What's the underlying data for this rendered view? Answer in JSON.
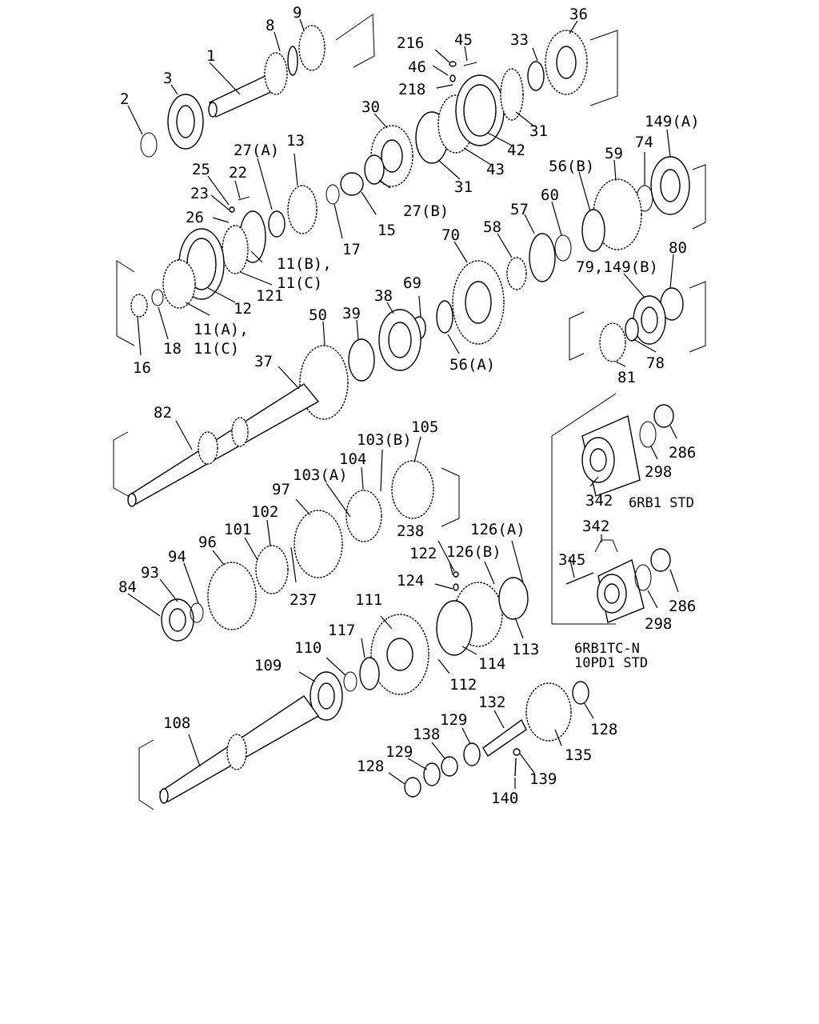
{
  "labels": [
    {
      "id": "l1",
      "t": "1"
    },
    {
      "id": "l2",
      "t": "2"
    },
    {
      "id": "l3",
      "t": "3"
    },
    {
      "id": "l8",
      "t": "8"
    },
    {
      "id": "l9",
      "t": "9"
    },
    {
      "id": "l216",
      "t": "216"
    },
    {
      "id": "l45",
      "t": "45"
    },
    {
      "id": "l46",
      "t": "46"
    },
    {
      "id": "l218",
      "t": "218"
    },
    {
      "id": "l33",
      "t": "33"
    },
    {
      "id": "l36",
      "t": "36"
    },
    {
      "id": "l30",
      "t": "30"
    },
    {
      "id": "l31a",
      "t": "31"
    },
    {
      "id": "l42",
      "t": "42"
    },
    {
      "id": "l43",
      "t": "43"
    },
    {
      "id": "l31b",
      "t": "31"
    },
    {
      "id": "l149a",
      "t": "149(A)"
    },
    {
      "id": "l74",
      "t": "74"
    },
    {
      "id": "l27a",
      "t": "27(A)"
    },
    {
      "id": "l13",
      "t": "13"
    },
    {
      "id": "l25",
      "t": "25"
    },
    {
      "id": "l22",
      "t": "22"
    },
    {
      "id": "l23",
      "t": "23"
    },
    {
      "id": "l26",
      "t": "26"
    },
    {
      "id": "l27b",
      "t": "27(B)"
    },
    {
      "id": "l15",
      "t": "15"
    },
    {
      "id": "l17",
      "t": "17"
    },
    {
      "id": "l56b",
      "t": "56(B)"
    },
    {
      "id": "l59",
      "t": "59"
    },
    {
      "id": "l60",
      "t": "60"
    },
    {
      "id": "l57",
      "t": "57"
    },
    {
      "id": "l70",
      "t": "70"
    },
    {
      "id": "l58",
      "t": "58"
    },
    {
      "id": "l80",
      "t": "80"
    },
    {
      "id": "l79",
      "t": "79,149(B)"
    },
    {
      "id": "l11b",
      "t": "11(B),"
    },
    {
      "id": "l11c1",
      "t": "11(C)"
    },
    {
      "id": "l121",
      "t": "121"
    },
    {
      "id": "l12",
      "t": "12"
    },
    {
      "id": "l11a",
      "t": "11(A),"
    },
    {
      "id": "l11c2",
      "t": "11(C)"
    },
    {
      "id": "l18",
      "t": "18"
    },
    {
      "id": "l16",
      "t": "16"
    },
    {
      "id": "l69",
      "t": "69"
    },
    {
      "id": "l38",
      "t": "38"
    },
    {
      "id": "l39",
      "t": "39"
    },
    {
      "id": "l50",
      "t": "50"
    },
    {
      "id": "l56a",
      "t": "56(A)"
    },
    {
      "id": "l37",
      "t": "37"
    },
    {
      "id": "l81",
      "t": "81"
    },
    {
      "id": "l78",
      "t": "78"
    },
    {
      "id": "l82",
      "t": "82"
    },
    {
      "id": "l105",
      "t": "105"
    },
    {
      "id": "l103b",
      "t": "103(B)"
    },
    {
      "id": "l104",
      "t": "104"
    },
    {
      "id": "l103a",
      "t": "103(A)"
    },
    {
      "id": "l97",
      "t": "97"
    },
    {
      "id": "l102",
      "t": "102"
    },
    {
      "id": "l101",
      "t": "101"
    },
    {
      "id": "l96",
      "t": "96"
    },
    {
      "id": "l94",
      "t": "94"
    },
    {
      "id": "l93",
      "t": "93"
    },
    {
      "id": "l84",
      "t": "84"
    },
    {
      "id": "l237",
      "t": "237"
    },
    {
      "id": "l238",
      "t": "238"
    },
    {
      "id": "l126a",
      "t": "126(A)"
    },
    {
      "id": "l122",
      "t": "122"
    },
    {
      "id": "l126b",
      "t": "126(B)"
    },
    {
      "id": "l124",
      "t": "124"
    },
    {
      "id": "l111",
      "t": "111"
    },
    {
      "id": "l117",
      "t": "117"
    },
    {
      "id": "l110",
      "t": "110"
    },
    {
      "id": "l109",
      "t": "109"
    },
    {
      "id": "l113",
      "t": "113"
    },
    {
      "id": "l114",
      "t": "114"
    },
    {
      "id": "l112",
      "t": "112"
    },
    {
      "id": "l108",
      "t": "108"
    },
    {
      "id": "l132",
      "t": "132"
    },
    {
      "id": "l129a",
      "t": "129"
    },
    {
      "id": "l138",
      "t": "138"
    },
    {
      "id": "l129b",
      "t": "129"
    },
    {
      "id": "l128a",
      "t": "128"
    },
    {
      "id": "l128b",
      "t": "128"
    },
    {
      "id": "l135",
      "t": "135"
    },
    {
      "id": "l139",
      "t": "139"
    },
    {
      "id": "l140",
      "t": "140"
    },
    {
      "id": "l286a",
      "t": "286"
    },
    {
      "id": "l298a",
      "t": "298"
    },
    {
      "id": "l342a",
      "t": "342"
    },
    {
      "id": "l342b",
      "t": "342"
    },
    {
      "id": "l345",
      "t": "345"
    },
    {
      "id": "l286b",
      "t": "286"
    },
    {
      "id": "l298b",
      "t": "298"
    }
  ],
  "captions": {
    "std1": "6RB1 STD",
    "std2a": "6RB1TC-N",
    "std2b": "10PD1 STD"
  }
}
